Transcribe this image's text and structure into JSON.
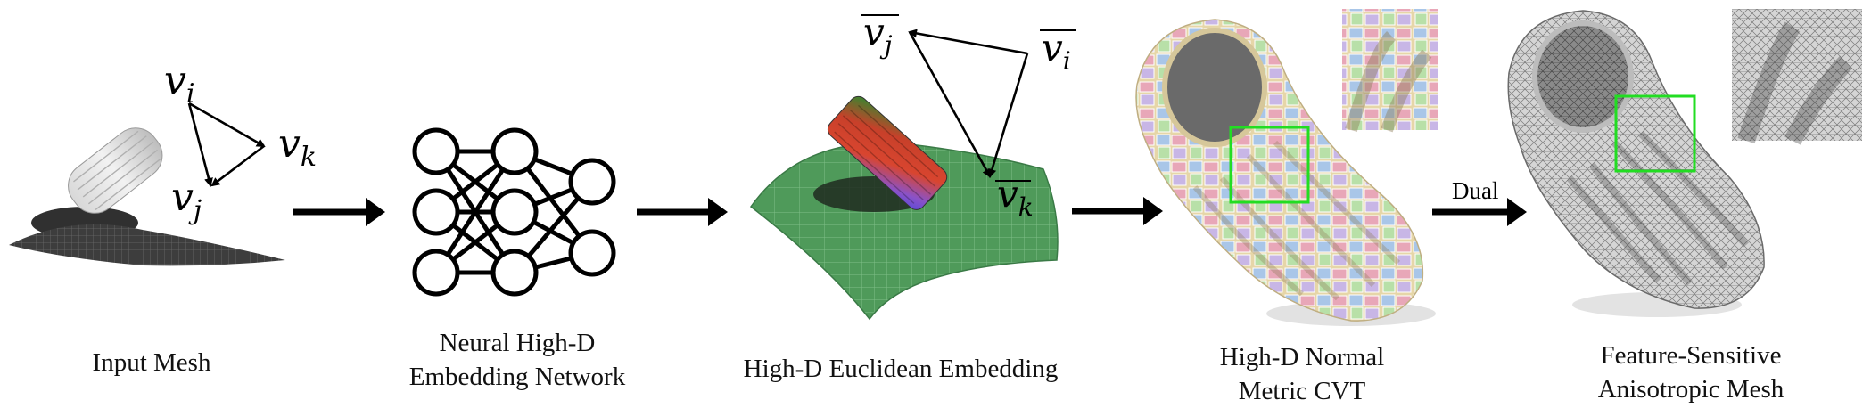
{
  "stages": [
    {
      "caption_lines": [
        "Input Mesh"
      ]
    },
    {
      "caption_lines": [
        "Neural High-D",
        "Embedding Network"
      ]
    },
    {
      "caption_lines": [
        "High-D Euclidean Embedding"
      ]
    },
    {
      "caption_lines": [
        "High-D Normal",
        "Metric CVT"
      ]
    },
    {
      "caption_lines": [
        "Feature-Sensitive",
        "Anisotropic Mesh"
      ]
    }
  ],
  "triangle_input": {
    "vi": {
      "base": "v",
      "sub": "i"
    },
    "vj": {
      "base": "v",
      "sub": "j"
    },
    "vk": {
      "base": "v",
      "sub": "k"
    }
  },
  "triangle_embedding": {
    "vi": {
      "base": "v",
      "sub": "i",
      "overline": true
    },
    "vj": {
      "base": "v",
      "sub": "j",
      "overline": true
    },
    "vk": {
      "base": "v",
      "sub": "k",
      "overline": true
    }
  },
  "dual_label": "Dual",
  "colors": {
    "green_surface": "#4f9a5a",
    "highlight_box": "#22dd22",
    "grey_mesh": "#8a8a8a",
    "arrow": "#000000"
  }
}
